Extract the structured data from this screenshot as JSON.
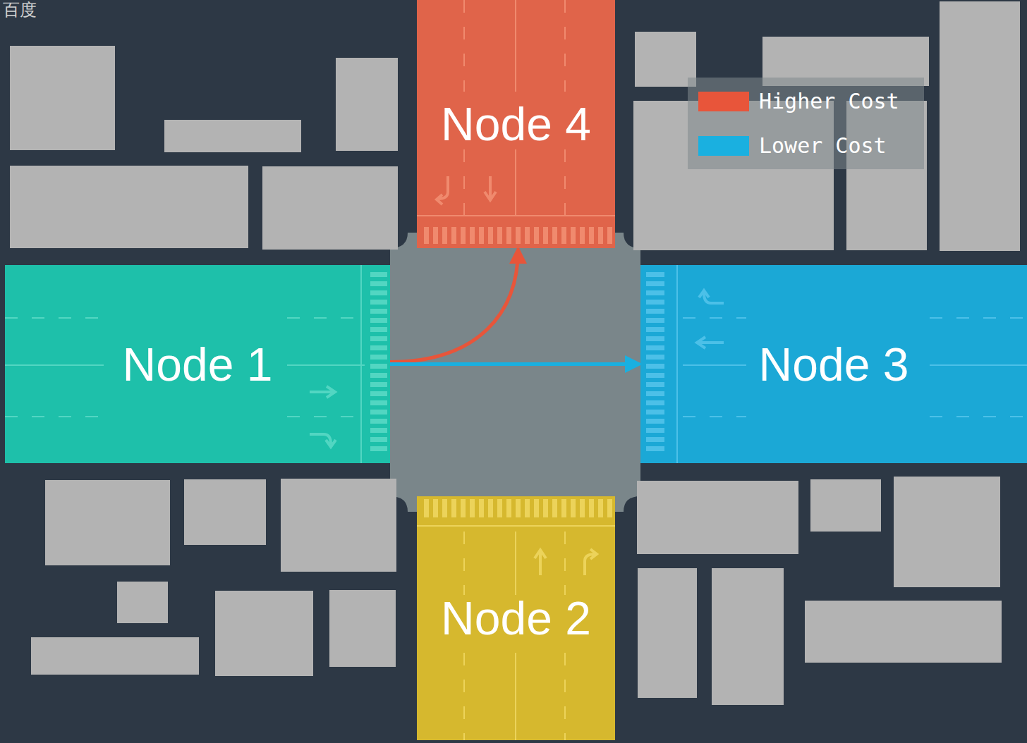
{
  "diagram": {
    "nodes": [
      {
        "text": [
          "Node 4"
        ]
      },
      {
        "text": [
          "Node 1"
        ]
      },
      {
        "text": [
          "Node 3"
        ]
      },
      {
        "text": [
          "Node 2"
        ]
      }
    ],
    "edges": [
      {
        "from": 1,
        "to": 0,
        "arrow": "to"
      },
      {
        "from": 1,
        "to": 2,
        "arrow": "to"
      }
    ],
    "labels": [
      "百度"
    ],
    "legend": [
      {
        "text": "Higher Cost",
        "color": "#e8553a"
      },
      {
        "text": "Lower Cost",
        "color": "#1ab0e0"
      }
    ]
  }
}
